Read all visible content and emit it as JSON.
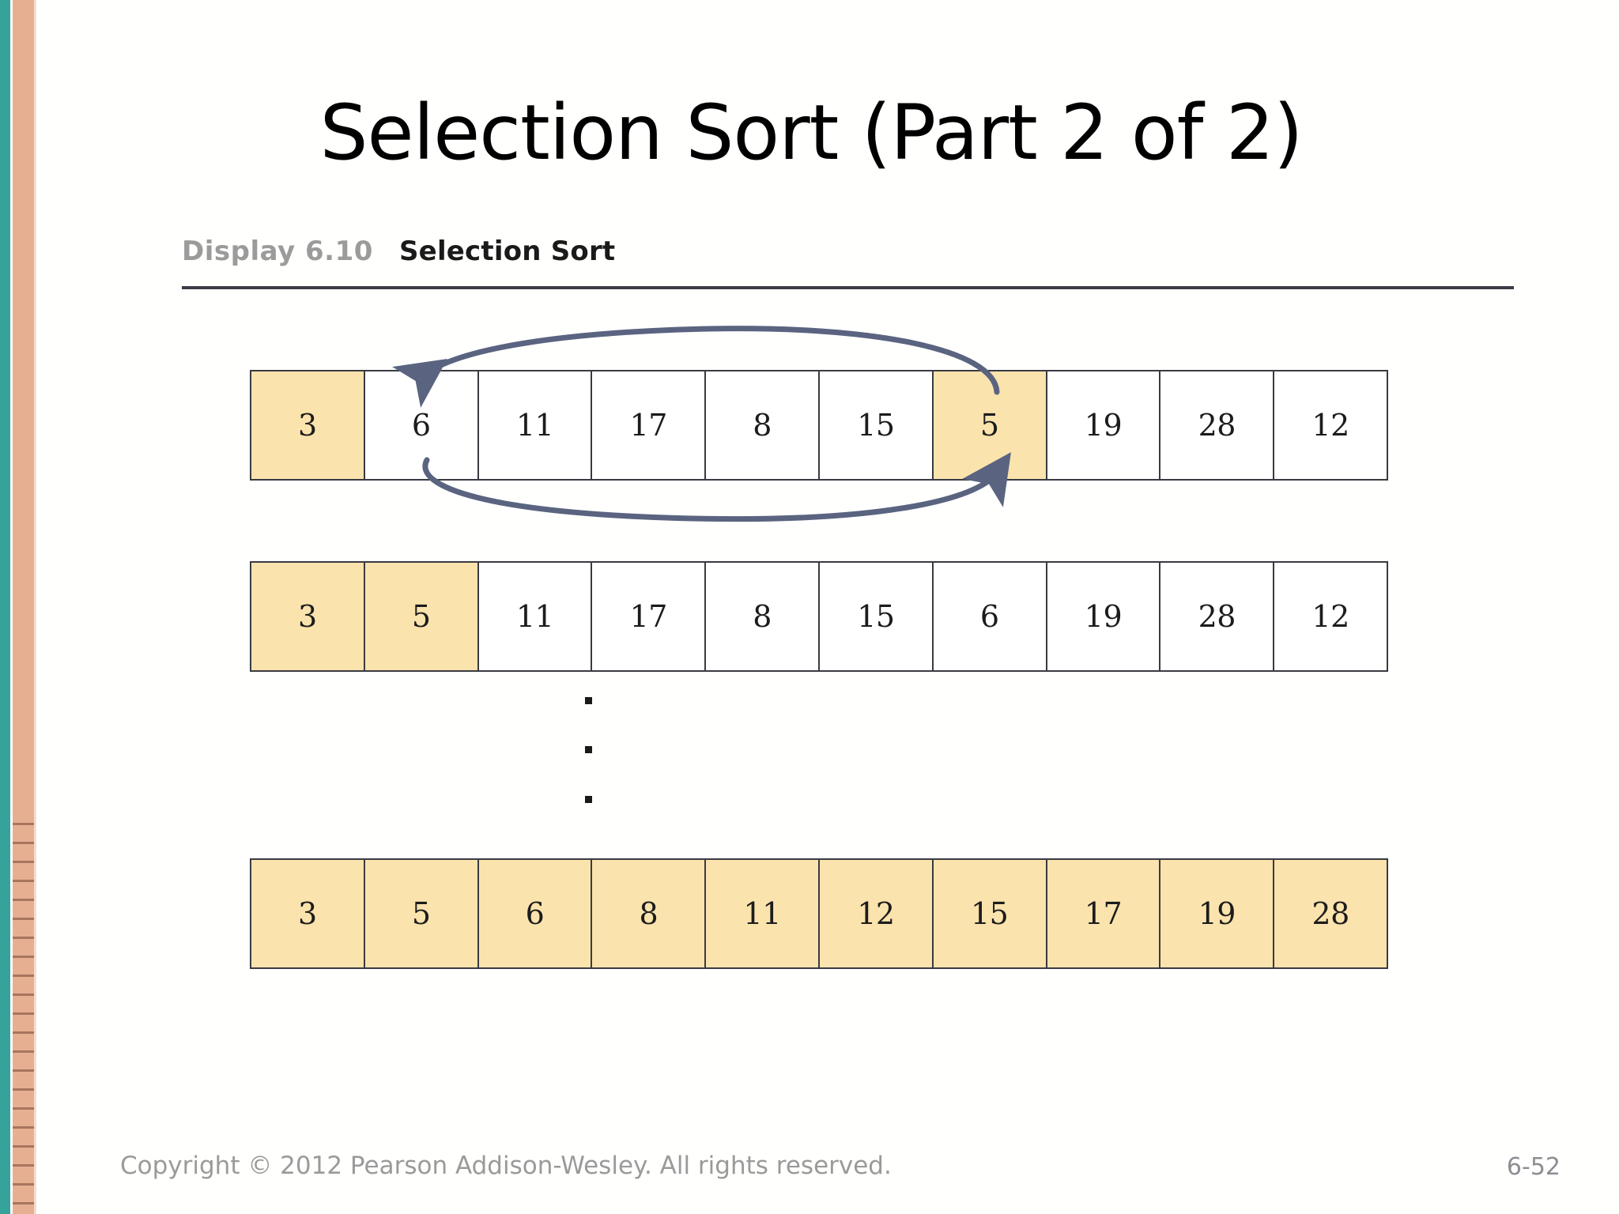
{
  "slide": {
    "title": "Selection Sort (Part 2 of 2)",
    "accent_teal": "#36a39b",
    "accent_salmon": "#e7af92",
    "highlight_color": "#fbe3ad",
    "arrow_color": "#5a6480"
  },
  "display": {
    "label": "Display 6.10",
    "caption": "Selection Sort"
  },
  "arrays": [
    {
      "name": "before-swap",
      "values": [
        "3",
        "6",
        "11",
        "17",
        "8",
        "15",
        "5",
        "19",
        "28",
        "12"
      ],
      "highlighted": [
        0,
        6
      ]
    },
    {
      "name": "after-swap",
      "values": [
        "3",
        "5",
        "11",
        "17",
        "8",
        "15",
        "6",
        "19",
        "28",
        "12"
      ],
      "highlighted": [
        0,
        1
      ]
    },
    {
      "name": "fully-sorted",
      "values": [
        "3",
        "5",
        "6",
        "8",
        "11",
        "12",
        "15",
        "17",
        "19",
        "28"
      ],
      "highlighted": [
        0,
        1,
        2,
        3,
        4,
        5,
        6,
        7,
        8,
        9
      ]
    }
  ],
  "annotations": {
    "swap_from_index": 1,
    "swap_to_index": 6,
    "ellipsis_dots": 3
  },
  "footer": {
    "copyright": "Copyright © 2012 Pearson Addison-Wesley. All rights reserved.",
    "page_number": "6-52"
  }
}
